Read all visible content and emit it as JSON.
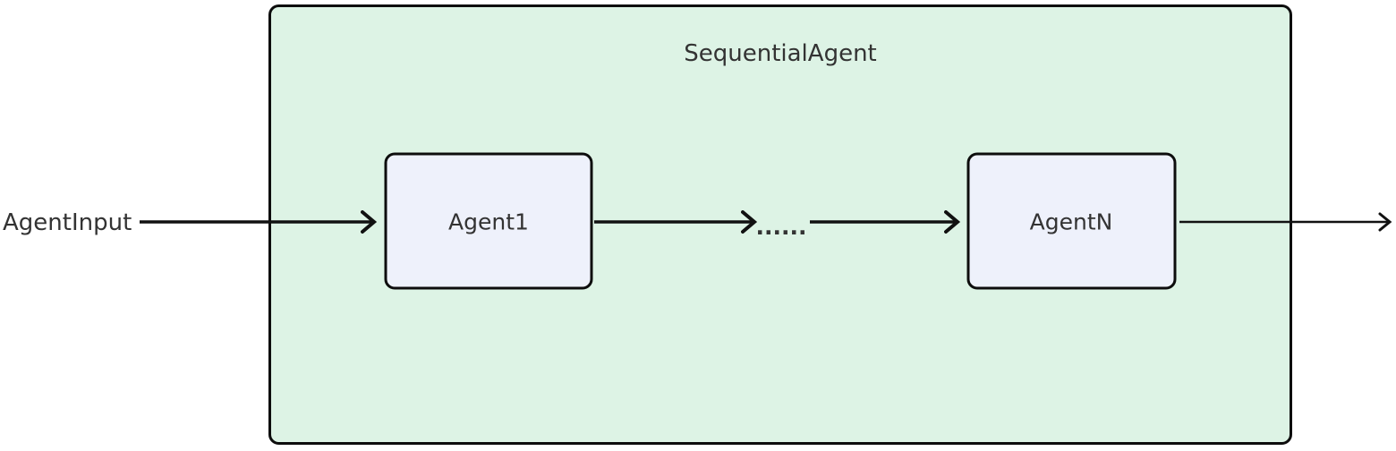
{
  "diagram": {
    "title": "SequentialAgent",
    "input_label": "AgentInput",
    "nodes": [
      {
        "label": "Agent1"
      },
      {
        "label": "AgentN"
      }
    ],
    "ellipsis": "......",
    "colors": {
      "background": "#ffffff",
      "container_fill": "#ddf3e5",
      "container_border": "#0d0d0d",
      "node_fill": "#eef1fb",
      "node_border": "#0d0d0d",
      "arrow": "#111111",
      "text": "#333333"
    }
  }
}
